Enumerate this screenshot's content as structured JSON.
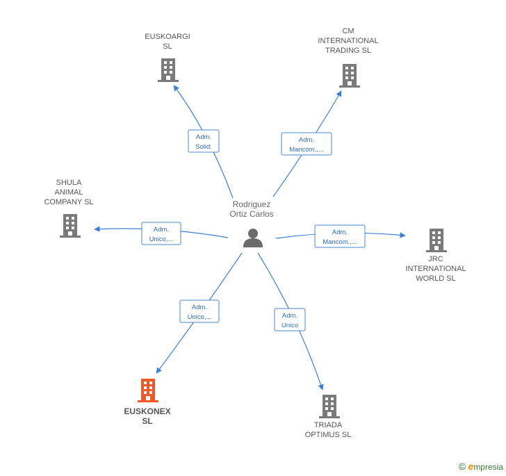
{
  "center": {
    "name_lines": [
      "Rodriguez",
      "Ortiz Carlos"
    ]
  },
  "companies": [
    {
      "id": "euskoargi",
      "name_lines": [
        "EUSKOARGI",
        "SL"
      ],
      "highlight": false
    },
    {
      "id": "cm-international",
      "name_lines": [
        "CM",
        "INTERNATIONAL",
        "TRADING  SL"
      ],
      "highlight": false
    },
    {
      "id": "shula",
      "name_lines": [
        "SHULA",
        "ANIMAL",
        "COMPANY SL"
      ],
      "highlight": false
    },
    {
      "id": "jrc",
      "name_lines": [
        "JRC",
        "INTERNATIONAL",
        "WORLD  SL"
      ],
      "highlight": false
    },
    {
      "id": "euskonex",
      "name_lines": [
        "EUSKONEX",
        "SL"
      ],
      "highlight": true
    },
    {
      "id": "triada",
      "name_lines": [
        "TRIADA",
        "OPTIMUS SL"
      ],
      "highlight": false
    }
  ],
  "relations": [
    {
      "to": "euskoargi",
      "role_lines": [
        "Adm.",
        "Solid."
      ]
    },
    {
      "to": "cm-international",
      "role_lines": [
        "Adm.",
        "Mancom.,..."
      ]
    },
    {
      "to": "shula",
      "role_lines": [
        "Adm.",
        "Unico,..."
      ]
    },
    {
      "to": "jrc",
      "role_lines": [
        "Adm.",
        "Mancom.,..."
      ]
    },
    {
      "to": "euskonex",
      "role_lines": [
        "Adm.",
        "Unico,..."
      ]
    },
    {
      "to": "triada",
      "role_lines": [
        "Adm.",
        "Unico"
      ]
    }
  ],
  "colors": {
    "edge": "#3b7fd4",
    "building": "#7a7a7a",
    "building_highlight": "#f05a28",
    "person": "#6b6b6b"
  },
  "watermark": {
    "symbol": "©",
    "brand_initial": "e",
    "brand_rest": "mpresia"
  }
}
